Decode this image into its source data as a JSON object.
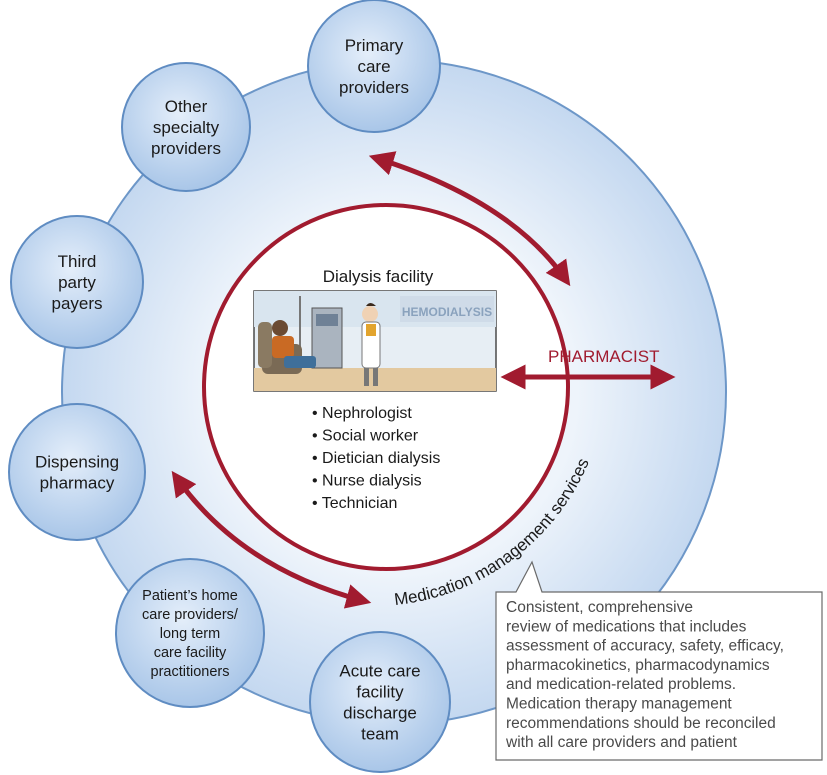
{
  "colors": {
    "outer_ring_fill": "#d4e4f6",
    "outer_ring_stroke": "#6d97c8",
    "satellite_fill": "#c9dcf2",
    "satellite_stroke": "#5f8cc2",
    "accent_red": "#a11b2f"
  },
  "satellites": [
    {
      "lines": [
        "Primary",
        "care",
        "providers"
      ]
    },
    {
      "lines": [
        "Other",
        "specialty",
        "providers"
      ]
    },
    {
      "lines": [
        "Third",
        "party",
        "payers"
      ]
    },
    {
      "lines": [
        "Dispensing",
        "pharmacy"
      ]
    },
    {
      "lines": [
        "Patient’s home",
        "care providers/",
        "long term",
        "care facility",
        "practitioners"
      ]
    },
    {
      "lines": [
        "Acute care",
        "facility",
        "discharge",
        "team"
      ]
    }
  ],
  "center": {
    "title": "Dialysis facility",
    "illustration_sign": "HEMODIALYSIS",
    "illustration_icon": "dialysis-scene-illustration",
    "members": [
      "Nephrologist",
      "Social worker",
      "Dietician dialysis",
      "Nurse dialysis",
      "Technician"
    ]
  },
  "pharmacist_label": "PHARMACIST",
  "arc_label": "Medication management services",
  "callout_lines": [
    "Consistent, comprehensive",
    "review of medications that includes",
    "assessment of accuracy, safety, efficacy,",
    "pharmacokinetics, pharmacodynamics",
    "and medication-related problems.",
    "Medication therapy management",
    "recommendations should be reconciled",
    "with all care providers and patient"
  ]
}
